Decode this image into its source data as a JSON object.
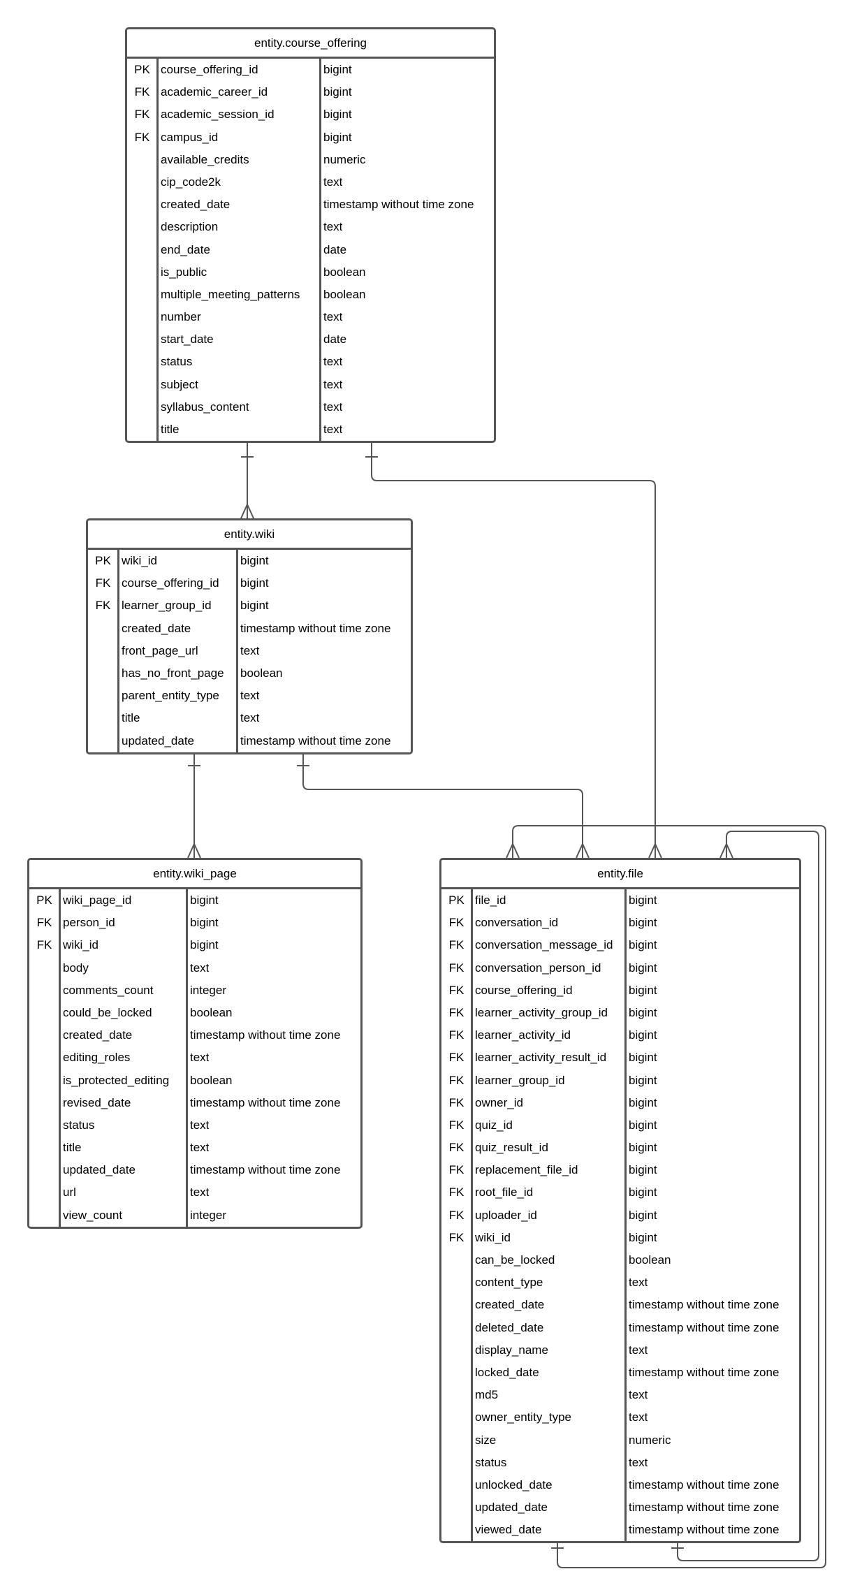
{
  "entities": [
    {
      "id": "course_offering",
      "title": "entity.course_offering",
      "columns": [
        [
          "PK",
          "course_offering_id",
          "bigint"
        ],
        [
          "FK",
          "academic_career_id",
          "bigint"
        ],
        [
          "FK",
          "academic_session_id",
          "bigint"
        ],
        [
          "FK",
          "campus_id",
          "bigint"
        ],
        [
          "",
          "available_credits",
          "numeric"
        ],
        [
          "",
          "cip_code2k",
          "text"
        ],
        [
          "",
          "created_date",
          "timestamp without time zone"
        ],
        [
          "",
          "description",
          "text"
        ],
        [
          "",
          "end_date",
          "date"
        ],
        [
          "",
          "is_public",
          "boolean"
        ],
        [
          "",
          "multiple_meeting_patterns",
          "boolean"
        ],
        [
          "",
          "number",
          "text"
        ],
        [
          "",
          "start_date",
          "date"
        ],
        [
          "",
          "status",
          "text"
        ],
        [
          "",
          "subject",
          "text"
        ],
        [
          "",
          "syllabus_content",
          "text"
        ],
        [
          "",
          "title",
          "text"
        ]
      ]
    },
    {
      "id": "wiki",
      "title": "entity.wiki",
      "columns": [
        [
          "PK",
          "wiki_id",
          "bigint"
        ],
        [
          "FK",
          "course_offering_id",
          "bigint"
        ],
        [
          "FK",
          "learner_group_id",
          "bigint"
        ],
        [
          "",
          "created_date",
          "timestamp without time zone"
        ],
        [
          "",
          "front_page_url",
          "text"
        ],
        [
          "",
          "has_no_front_page",
          "boolean"
        ],
        [
          "",
          "parent_entity_type",
          "text"
        ],
        [
          "",
          "title",
          "text"
        ],
        [
          "",
          "updated_date",
          "timestamp without time zone"
        ]
      ]
    },
    {
      "id": "wiki_page",
      "title": "entity.wiki_page",
      "columns": [
        [
          "PK",
          "wiki_page_id",
          "bigint"
        ],
        [
          "FK",
          "person_id",
          "bigint"
        ],
        [
          "FK",
          "wiki_id",
          "bigint"
        ],
        [
          "",
          "body",
          "text"
        ],
        [
          "",
          "comments_count",
          "integer"
        ],
        [
          "",
          "could_be_locked",
          "boolean"
        ],
        [
          "",
          "created_date",
          "timestamp without time zone"
        ],
        [
          "",
          "editing_roles",
          "text"
        ],
        [
          "",
          "is_protected_editing",
          "boolean"
        ],
        [
          "",
          "revised_date",
          "timestamp without time zone"
        ],
        [
          "",
          "status",
          "text"
        ],
        [
          "",
          "title",
          "text"
        ],
        [
          "",
          "updated_date",
          "timestamp without time zone"
        ],
        [
          "",
          "url",
          "text"
        ],
        [
          "",
          "view_count",
          "integer"
        ]
      ]
    },
    {
      "id": "file",
      "title": "entity.file",
      "columns": [
        [
          "PK",
          "file_id",
          "bigint"
        ],
        [
          "FK",
          "conversation_id",
          "bigint"
        ],
        [
          "FK",
          "conversation_message_id",
          "bigint"
        ],
        [
          "FK",
          "conversation_person_id",
          "bigint"
        ],
        [
          "FK",
          "course_offering_id",
          "bigint"
        ],
        [
          "FK",
          "learner_activity_group_id",
          "bigint"
        ],
        [
          "FK",
          "learner_activity_id",
          "bigint"
        ],
        [
          "FK",
          "learner_activity_result_id",
          "bigint"
        ],
        [
          "FK",
          "learner_group_id",
          "bigint"
        ],
        [
          "FK",
          "owner_id",
          "bigint"
        ],
        [
          "FK",
          "quiz_id",
          "bigint"
        ],
        [
          "FK",
          "quiz_result_id",
          "bigint"
        ],
        [
          "FK",
          "replacement_file_id",
          "bigint"
        ],
        [
          "FK",
          "root_file_id",
          "bigint"
        ],
        [
          "FK",
          "uploader_id",
          "bigint"
        ],
        [
          "FK",
          "wiki_id",
          "bigint"
        ],
        [
          "",
          "can_be_locked",
          "boolean"
        ],
        [
          "",
          "content_type",
          "text"
        ],
        [
          "",
          "created_date",
          "timestamp without time zone"
        ],
        [
          "",
          "deleted_date",
          "timestamp without time zone"
        ],
        [
          "",
          "display_name",
          "text"
        ],
        [
          "",
          "locked_date",
          "timestamp without time zone"
        ],
        [
          "",
          "md5",
          "text"
        ],
        [
          "",
          "owner_entity_type",
          "text"
        ],
        [
          "",
          "size",
          "numeric"
        ],
        [
          "",
          "status",
          "text"
        ],
        [
          "",
          "unlocked_date",
          "timestamp without time zone"
        ],
        [
          "",
          "updated_date",
          "timestamp without time zone"
        ],
        [
          "",
          "viewed_date",
          "timestamp without time zone"
        ]
      ]
    }
  ],
  "relationships": [
    {
      "from": "course_offering",
      "to": "wiki",
      "from_card": "one",
      "to_card": "many"
    },
    {
      "from": "course_offering",
      "to": "file",
      "from_card": "one",
      "to_card": "many"
    },
    {
      "from": "wiki",
      "to": "wiki_page",
      "from_card": "one",
      "to_card": "many"
    },
    {
      "from": "wiki",
      "to": "file",
      "from_card": "one",
      "to_card": "many"
    },
    {
      "from": "file",
      "to": "file",
      "from_card": "one",
      "to_card": "many"
    },
    {
      "from": "file",
      "to": "file",
      "from_card": "one",
      "to_card": "many"
    }
  ],
  "colors": {
    "line": "#555555",
    "background": "#ffffff",
    "text": "#000000"
  }
}
